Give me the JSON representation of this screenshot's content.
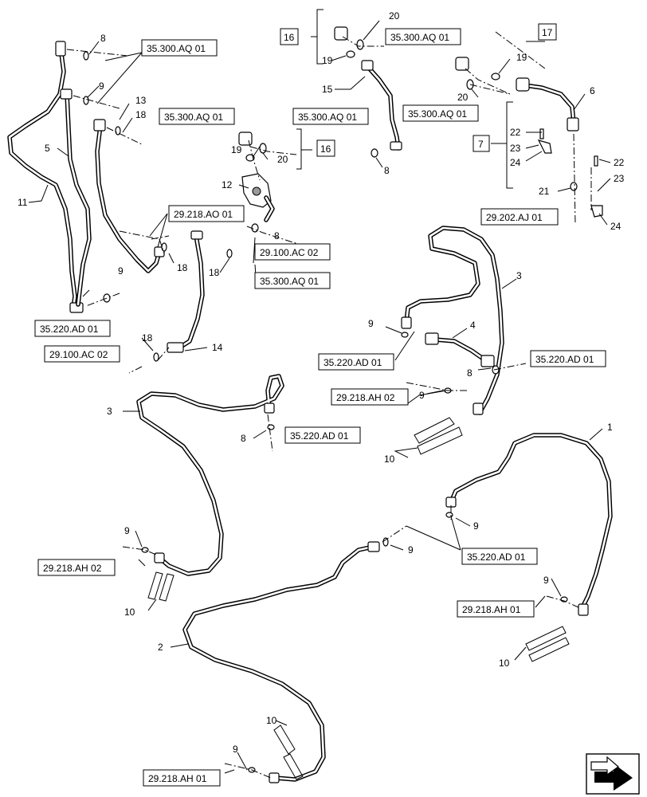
{
  "parts": {
    "p1": "1",
    "p2": "2",
    "p3": "3",
    "p4": "4",
    "p5": "5",
    "p6": "6",
    "p7": "7",
    "p8": "8",
    "p9": "9",
    "p10": "10",
    "p11": "11",
    "p12": "12",
    "p13": "13",
    "p14": "14",
    "p15": "15",
    "p16": "16",
    "p17": "17",
    "p18": "18",
    "p19": "19",
    "p20": "20",
    "p21": "21",
    "p22": "22",
    "p23": "23",
    "p24": "24"
  },
  "refs": {
    "r35300": "35.300.AQ 01",
    "r29218ao": "29.218.AO 01",
    "r29100": "29.100.AC 02",
    "r35220": "35.220.AD 01",
    "r29218ah02": "29.218.AH 02",
    "r29218ah01": "29.218.AH 01",
    "r29202": "29.202.AJ 01"
  },
  "nav_icon": "next-page-arrow-icon"
}
